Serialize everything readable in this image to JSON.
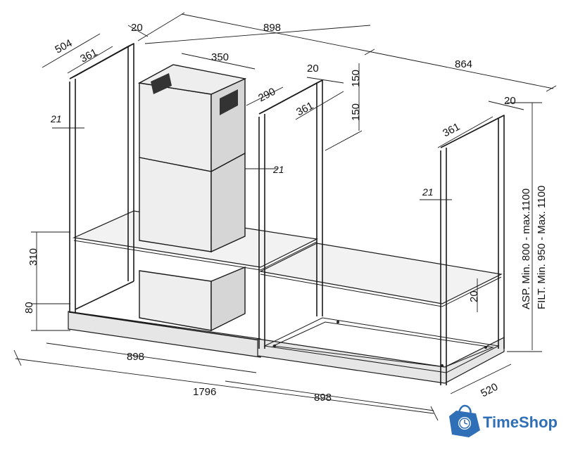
{
  "dimensions": {
    "top_898": "898",
    "top_864": "864",
    "w504": "504",
    "w361_left": "361",
    "w20_left": "20",
    "w350": "350",
    "w290": "290",
    "w20_mid": "20",
    "w361_mid": "361",
    "h150_top": "150",
    "h150_mid": "150",
    "w20_right": "20",
    "w361_right": "361",
    "t21_left": "21",
    "t21_mid": "21",
    "t21_right": "21",
    "h310": "310",
    "h80": "80",
    "h20_shelf": "20",
    "bottom_898_left": "898",
    "bottom_1796": "1796",
    "bottom_898_right": "898",
    "depth_520": "520"
  },
  "height_notes": {
    "asp": "ASP.   Min. 800 - max.1100",
    "filt": "FILT. Min. 950 - Max. 1100"
  },
  "logo": {
    "brand": "TimeShop",
    "icon": "shopping-bag-clock-icon",
    "color": "#2f6fb7"
  }
}
